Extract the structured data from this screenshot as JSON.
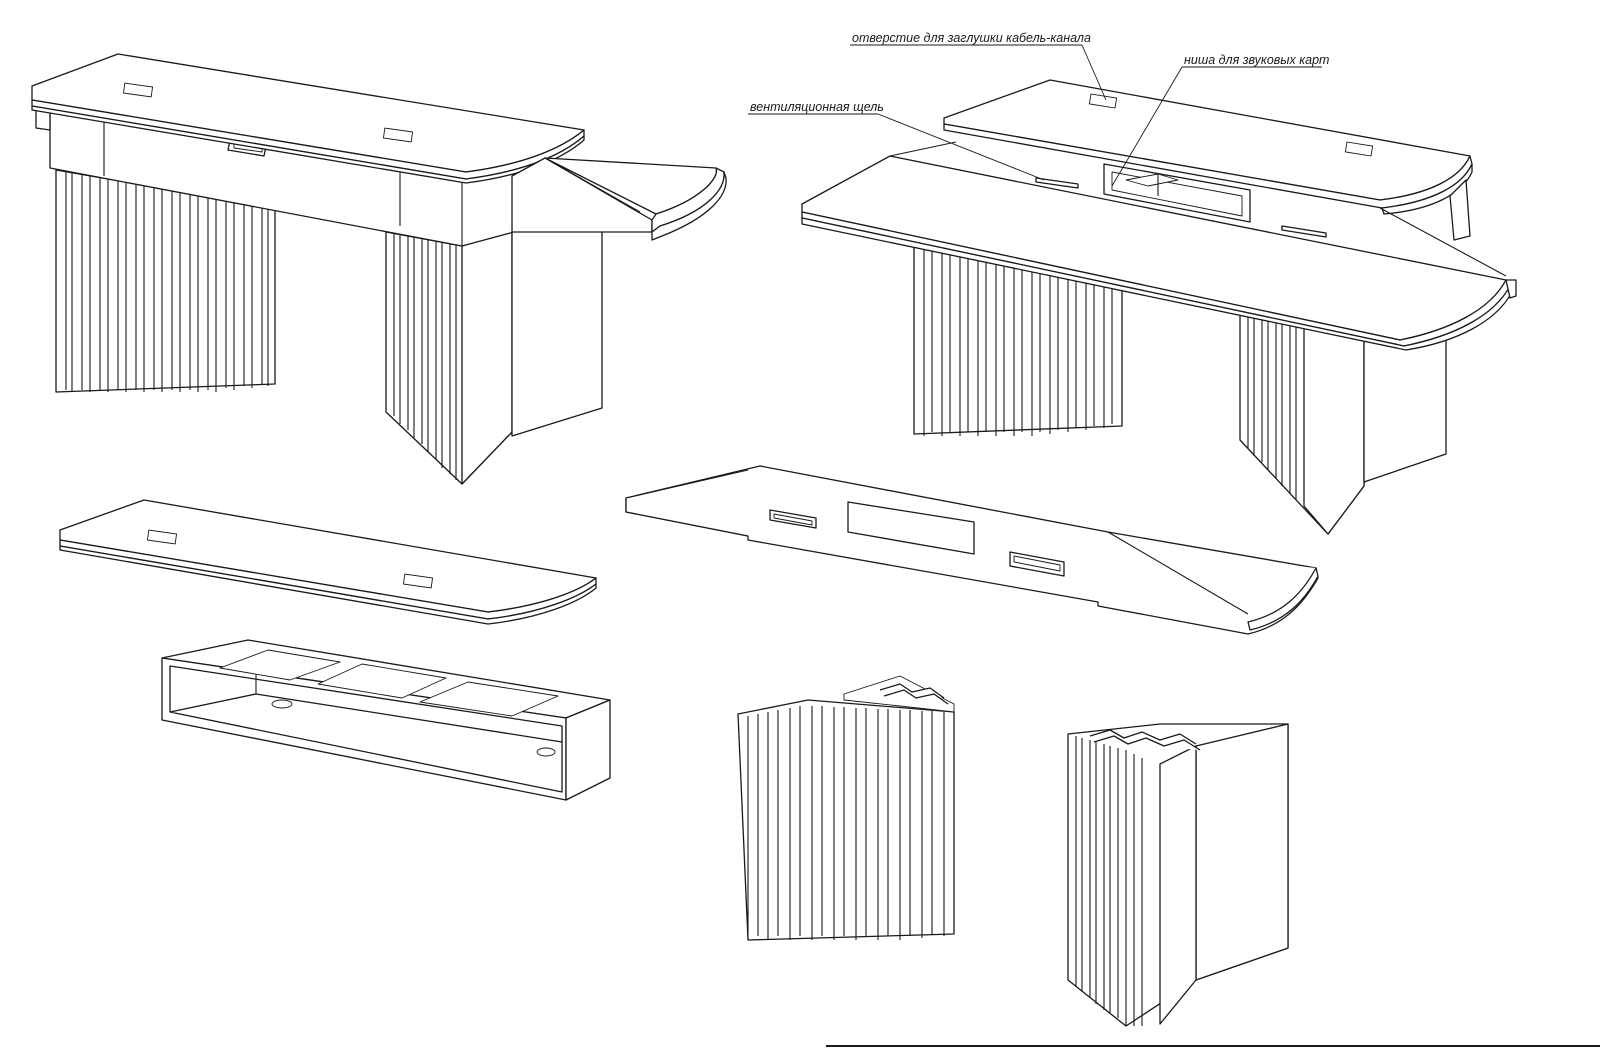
{
  "annotations": {
    "cable_plug_hole": "отверстие для заглушки кабель-канала",
    "sound_card_niche": "ниша для звуковых карт",
    "vent_slot": "вентиляционная щель"
  }
}
